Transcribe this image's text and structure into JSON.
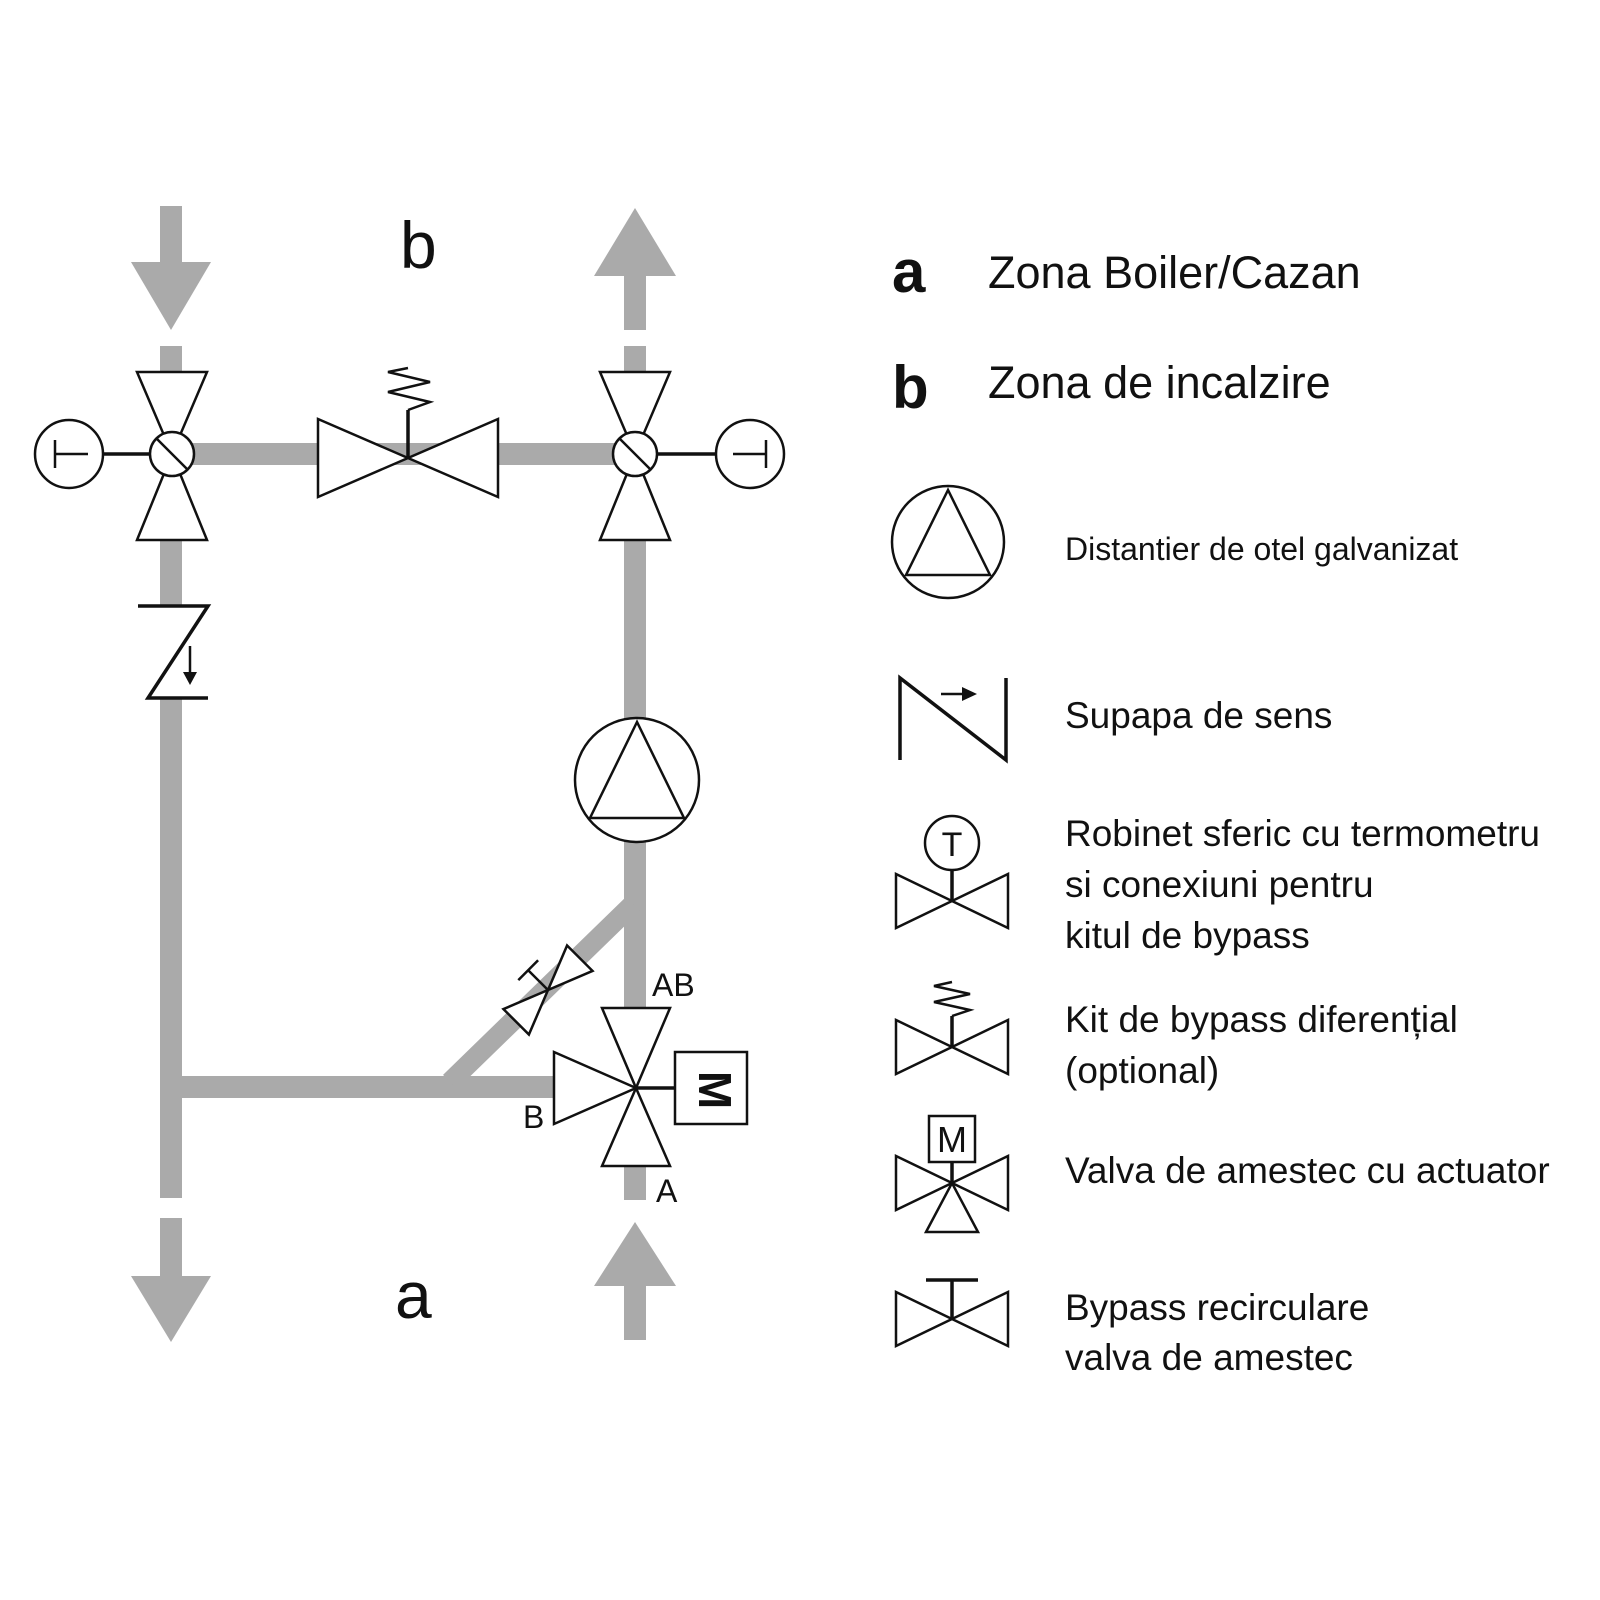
{
  "zones": {
    "top_label": "b",
    "bottom_label": "a"
  },
  "ports": {
    "ab": "AB",
    "b": "B",
    "a": "A",
    "motor": "M"
  },
  "legend": {
    "zone_a": {
      "letter": "a",
      "text": "Zona Boiler/Cazan"
    },
    "zone_b": {
      "letter": "b",
      "text": "Zona de incalzire"
    },
    "pump": {
      "text": "Distantier de otel galvanizat"
    },
    "check_valve": {
      "text": "Supapa de sens"
    },
    "ball_valve": {
      "line1": "Robinet sferic cu termometru",
      "line2": "si conexiuni pentru",
      "line3": "kitul de bypass",
      "symbol_letter": "T"
    },
    "bypass_kit": {
      "line1": "Kit de bypass diferențial",
      "line2": "(optional)"
    },
    "mixing_valve": {
      "text": "Valva de amestec cu actuator",
      "symbol_letter": "M"
    },
    "recirc_bypass": {
      "line1": "Bypass recirculare",
      "line2": "valva de amestec"
    }
  },
  "colors": {
    "pipe": "#aaaaaa",
    "stroke": "#111111",
    "background": "#ffffff"
  }
}
